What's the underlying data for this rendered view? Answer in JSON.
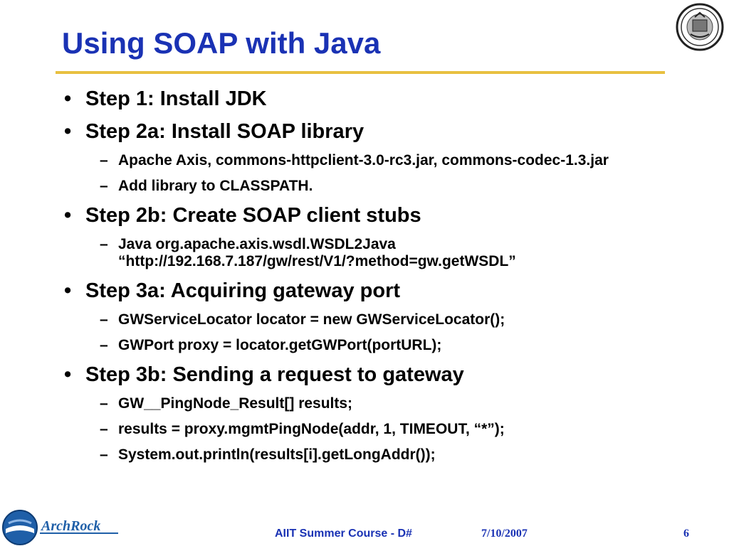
{
  "slide": {
    "title": "Using SOAP with Java",
    "bullets": [
      {
        "text": "Step 1: Install JDK",
        "subs": []
      },
      {
        "text": "Step 2a: Install SOAP library",
        "subs": [
          "Apache Axis, commons-httpclient-3.0-rc3.jar, commons-codec-1.3.jar",
          "Add library to CLASSPATH."
        ]
      },
      {
        "text": "Step 2b: Create SOAP client stubs",
        "subs": [
          "Java org.apache.axis.wsdl.WSDL2Java “http://192.168.7.187/gw/rest/V1/?method=gw.getWSDL”"
        ]
      },
      {
        "text": "Step 3a: Acquiring gateway port",
        "subs": [
          "GWServiceLocator locator = new GWServiceLocator();",
          "GWPort proxy = locator.getGWPort(portURL);"
        ]
      },
      {
        "text": "Step 3b: Sending a request to gateway",
        "subs": [
          "GW__PingNode_Result[] results;",
          "results = proxy.mgmtPingNode(addr, 1, TIMEOUT, “*”);",
          "System.out.println(results[i].getLongAddr());"
        ]
      }
    ],
    "bullet_mark": "•",
    "sub_mark": "–"
  },
  "footer": {
    "logo_text": "ArchRock",
    "course": "AIIT Summer Course - D#",
    "date": "7/10/2007",
    "page": "6"
  },
  "colors": {
    "title": "#1a32b4",
    "rule": "#e8c040",
    "footer": "#1a32b4"
  },
  "icons": {
    "seal": "university-seal-icon",
    "logo": "archrock-logo-icon"
  }
}
